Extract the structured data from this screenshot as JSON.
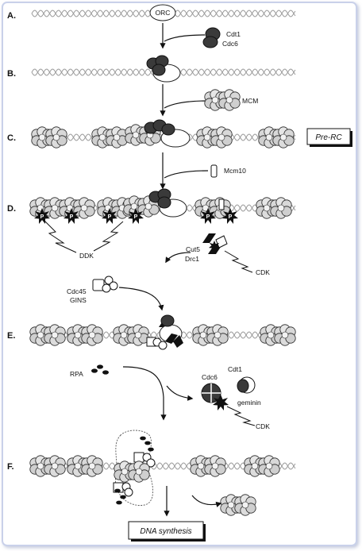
{
  "steps": [
    {
      "label": "A."
    },
    {
      "label": "B."
    },
    {
      "label": "C."
    },
    {
      "label": "D."
    },
    {
      "label": "E."
    },
    {
      "label": "F."
    }
  ],
  "labels": {
    "orc": "ORC",
    "cdt1": "Cdt1",
    "cdc6": "Cdc6",
    "mcm": "MCM",
    "pre_rc": "Pre-RC",
    "mcm10": "Mcm10",
    "p": "P",
    "ddk": "DDK",
    "cut5": "Cut5",
    "drc1": "Drc1",
    "cdk": "CDK",
    "cdc45": "Cdc45",
    "gins": "GINS",
    "rpa": "RPA",
    "cdt1_late": "Cdt1",
    "cdc6_late": "Cdc6",
    "geminin": "geminin",
    "cdk_late": "CDK",
    "dna_synthesis": "DNA synthesis"
  },
  "colors": {
    "frame": "#c9d1ea",
    "ink": "#111111",
    "dark_protein": "#3a3a3a",
    "light_protein": "#e8e8e8",
    "dna": "#9a9a9a"
  }
}
